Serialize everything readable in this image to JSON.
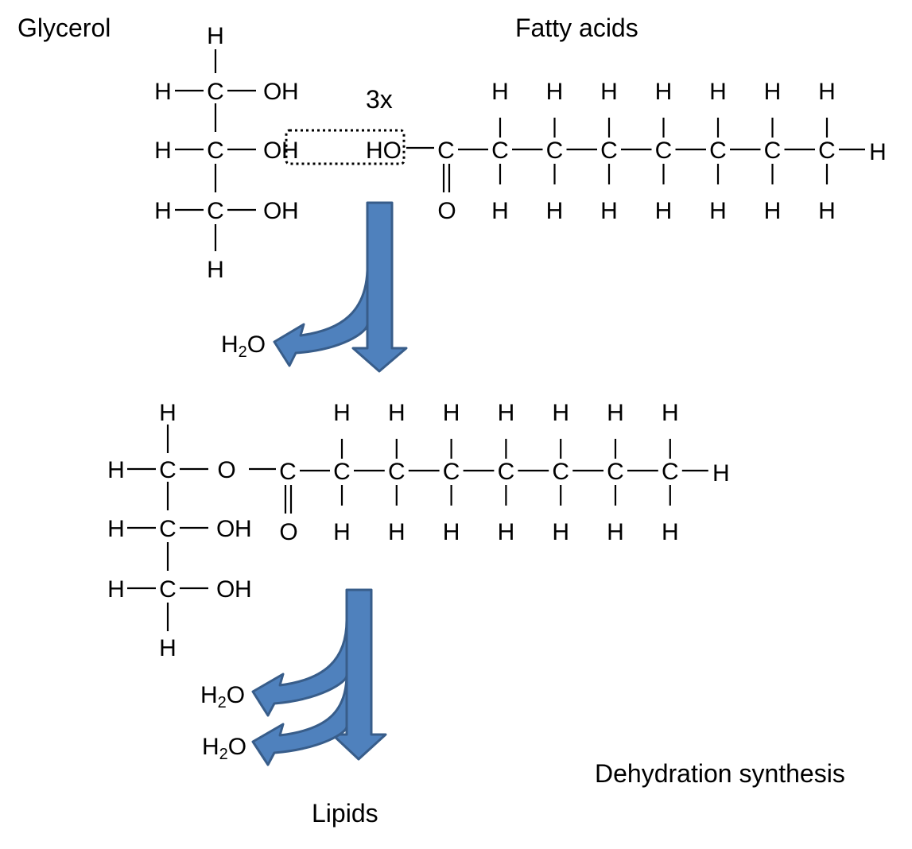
{
  "labels": {
    "glycerol": "Glycerol",
    "fatty_acids": "Fatty acids",
    "multiplier": "3x",
    "lipids": "Lipids",
    "process": "Dehydration synthesis"
  },
  "atoms": {
    "H": "H",
    "C": "C",
    "O": "O",
    "ho": "HO"
  },
  "water": {
    "base": "H",
    "subscript": "2",
    "end": "O"
  },
  "colors": {
    "removed_hydrogen": "#ff0000",
    "removed_hydroxyl": "#0070c0",
    "arrow_fill": "#4f81bd",
    "arrow_stroke": "#385d8a"
  }
}
